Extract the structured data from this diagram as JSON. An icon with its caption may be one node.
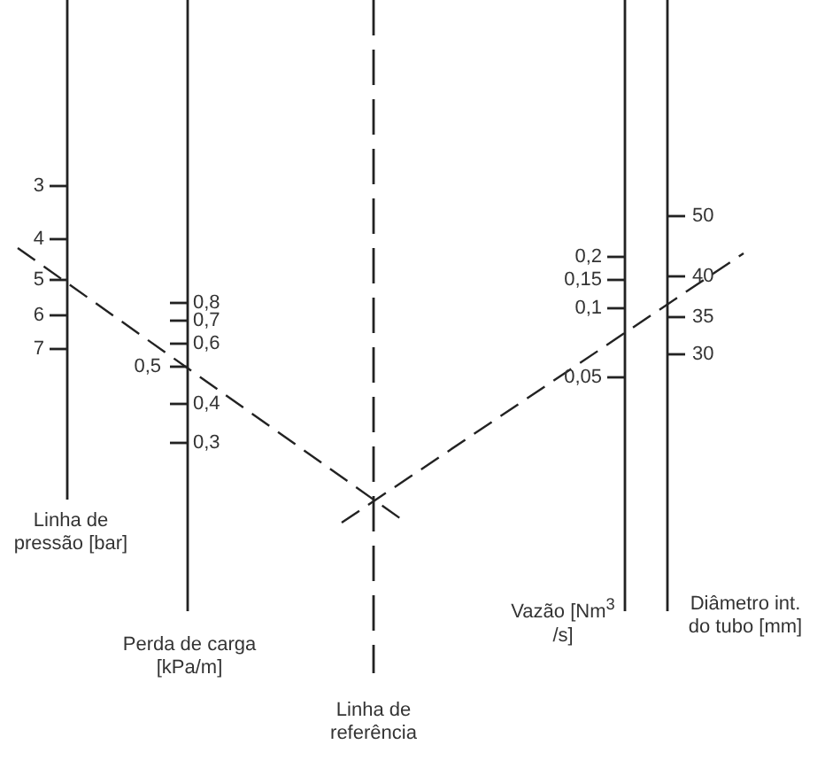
{
  "diagram": {
    "labels": [
      "3",
      "4",
      "5",
      "6",
      "7",
      "0,8",
      "0,7",
      "0,6",
      "0,5",
      "0,4",
      "0,3",
      "0,2",
      "0,15",
      "0,1",
      "0,05",
      "50",
      "40",
      "35",
      "30",
      "Linha de pressão [bar]",
      "Perda de carga [kPa/m]",
      "Linha de referência",
      "Vazão [Nm$^{3}$ /s]",
      "Diâmetro int. do tubo [mm]"
    ]
  }
}
